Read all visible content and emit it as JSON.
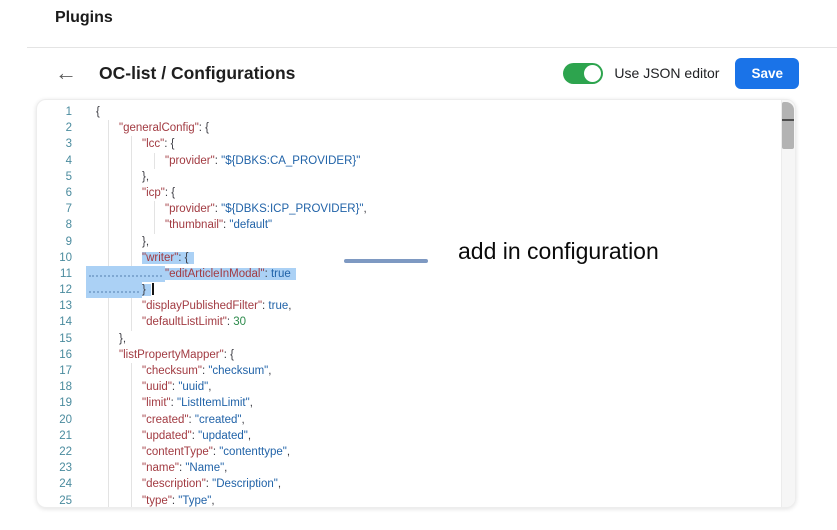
{
  "page": {
    "title": "Plugins"
  },
  "toolbar": {
    "back_icon": "←",
    "title": "OC-list / Configurations",
    "toggle_label": "Use JSON editor",
    "toggle_on": true,
    "save_label": "Save"
  },
  "annotation": {
    "text": "add in configuration"
  },
  "colors": {
    "accent_blue": "#1a73e8",
    "toggle_green": "#2da44e",
    "selection_blue": "#abd1f5",
    "key_red": "#a23b42",
    "string_blue": "#2163a8",
    "bool_blue": "#2163a8",
    "number_green": "#2c8a4b",
    "punct_gray": "#3c3c43",
    "line_number_teal": "#4a8b9e",
    "annotation_line_blue": "#7e99c2"
  },
  "editor": {
    "lines": [
      {
        "n": 1,
        "indent": 0,
        "sel": "none",
        "tokens": [
          {
            "c": "p",
            "t": "{"
          }
        ]
      },
      {
        "n": 2,
        "indent": 1,
        "sel": "none",
        "tokens": [
          {
            "c": "key",
            "t": "\"generalConfig\""
          },
          {
            "c": "p",
            "t": ": "
          },
          {
            "c": "p",
            "t": "{"
          }
        ]
      },
      {
        "n": 3,
        "indent": 2,
        "sel": "none",
        "tokens": [
          {
            "c": "key",
            "t": "\"lcc\""
          },
          {
            "c": "p",
            "t": ": "
          },
          {
            "c": "p",
            "t": "{"
          }
        ]
      },
      {
        "n": 4,
        "indent": 3,
        "sel": "none",
        "tokens": [
          {
            "c": "key",
            "t": "\"provider\""
          },
          {
            "c": "p",
            "t": ": "
          },
          {
            "c": "str",
            "t": "\"${DBKS:CA_PROVIDER}\""
          }
        ]
      },
      {
        "n": 5,
        "indent": 2,
        "sel": "none",
        "tokens": [
          {
            "c": "p",
            "t": "},"
          }
        ]
      },
      {
        "n": 6,
        "indent": 2,
        "sel": "none",
        "tokens": [
          {
            "c": "key",
            "t": "\"icp\""
          },
          {
            "c": "p",
            "t": ": "
          },
          {
            "c": "p",
            "t": "{"
          }
        ]
      },
      {
        "n": 7,
        "indent": 3,
        "sel": "none",
        "tokens": [
          {
            "c": "key",
            "t": "\"provider\""
          },
          {
            "c": "p",
            "t": ": "
          },
          {
            "c": "str",
            "t": "\"${DBKS:ICP_PROVIDER}\""
          },
          {
            "c": "p",
            "t": ","
          }
        ]
      },
      {
        "n": 8,
        "indent": 3,
        "sel": "none",
        "tokens": [
          {
            "c": "key",
            "t": "\"thumbnail\""
          },
          {
            "c": "p",
            "t": ": "
          },
          {
            "c": "str",
            "t": "\"default\""
          }
        ]
      },
      {
        "n": 9,
        "indent": 2,
        "sel": "none",
        "tokens": [
          {
            "c": "p",
            "t": "},"
          }
        ]
      },
      {
        "n": 10,
        "indent": 2,
        "sel": "token",
        "tokens": [
          {
            "c": "key",
            "t": "\"writer\""
          },
          {
            "c": "p",
            "t": ": "
          },
          {
            "c": "p",
            "t": "{"
          }
        ]
      },
      {
        "n": 11,
        "indent": 3,
        "sel": "full",
        "tokens": [
          {
            "c": "key",
            "t": "\"editArticleInModal\""
          },
          {
            "c": "p",
            "t": ": "
          },
          {
            "c": "bool",
            "t": "true"
          }
        ]
      },
      {
        "n": 12,
        "indent": 2,
        "sel": "full",
        "caret": true,
        "tokens": [
          {
            "c": "p",
            "t": "}"
          }
        ]
      },
      {
        "n": 13,
        "indent": 2,
        "sel": "none",
        "tokens": [
          {
            "c": "key",
            "t": "\"displayPublishedFilter\""
          },
          {
            "c": "p",
            "t": ": "
          },
          {
            "c": "bool",
            "t": "true"
          },
          {
            "c": "p",
            "t": ","
          }
        ]
      },
      {
        "n": 14,
        "indent": 2,
        "sel": "none",
        "tokens": [
          {
            "c": "key",
            "t": "\"defaultListLimit\""
          },
          {
            "c": "p",
            "t": ": "
          },
          {
            "c": "num",
            "t": "30"
          }
        ]
      },
      {
        "n": 15,
        "indent": 1,
        "sel": "none",
        "tokens": [
          {
            "c": "p",
            "t": "},"
          }
        ]
      },
      {
        "n": 16,
        "indent": 1,
        "sel": "none",
        "tokens": [
          {
            "c": "key",
            "t": "\"listPropertyMapper\""
          },
          {
            "c": "p",
            "t": ": "
          },
          {
            "c": "p",
            "t": "{"
          }
        ]
      },
      {
        "n": 17,
        "indent": 2,
        "sel": "none",
        "tokens": [
          {
            "c": "key",
            "t": "\"checksum\""
          },
          {
            "c": "p",
            "t": ": "
          },
          {
            "c": "str",
            "t": "\"checksum\""
          },
          {
            "c": "p",
            "t": ","
          }
        ]
      },
      {
        "n": 18,
        "indent": 2,
        "sel": "none",
        "tokens": [
          {
            "c": "key",
            "t": "\"uuid\""
          },
          {
            "c": "p",
            "t": ": "
          },
          {
            "c": "str",
            "t": "\"uuid\""
          },
          {
            "c": "p",
            "t": ","
          }
        ]
      },
      {
        "n": 19,
        "indent": 2,
        "sel": "none",
        "tokens": [
          {
            "c": "key",
            "t": "\"limit\""
          },
          {
            "c": "p",
            "t": ": "
          },
          {
            "c": "str",
            "t": "\"ListItemLimit\""
          },
          {
            "c": "p",
            "t": ","
          }
        ]
      },
      {
        "n": 20,
        "indent": 2,
        "sel": "none",
        "tokens": [
          {
            "c": "key",
            "t": "\"created\""
          },
          {
            "c": "p",
            "t": ": "
          },
          {
            "c": "str",
            "t": "\"created\""
          },
          {
            "c": "p",
            "t": ","
          }
        ]
      },
      {
        "n": 21,
        "indent": 2,
        "sel": "none",
        "tokens": [
          {
            "c": "key",
            "t": "\"updated\""
          },
          {
            "c": "p",
            "t": ": "
          },
          {
            "c": "str",
            "t": "\"updated\""
          },
          {
            "c": "p",
            "t": ","
          }
        ]
      },
      {
        "n": 22,
        "indent": 2,
        "sel": "none",
        "tokens": [
          {
            "c": "key",
            "t": "\"contentType\""
          },
          {
            "c": "p",
            "t": ": "
          },
          {
            "c": "str",
            "t": "\"contenttype\""
          },
          {
            "c": "p",
            "t": ","
          }
        ]
      },
      {
        "n": 23,
        "indent": 2,
        "sel": "none",
        "tokens": [
          {
            "c": "key",
            "t": "\"name\""
          },
          {
            "c": "p",
            "t": ": "
          },
          {
            "c": "str",
            "t": "\"Name\""
          },
          {
            "c": "p",
            "t": ","
          }
        ]
      },
      {
        "n": 24,
        "indent": 2,
        "sel": "none",
        "tokens": [
          {
            "c": "key",
            "t": "\"description\""
          },
          {
            "c": "p",
            "t": ": "
          },
          {
            "c": "str",
            "t": "\"Description\""
          },
          {
            "c": "p",
            "t": ","
          }
        ]
      },
      {
        "n": 25,
        "indent": 2,
        "sel": "none",
        "tokens": [
          {
            "c": "key",
            "t": "\"type\""
          },
          {
            "c": "p",
            "t": ": "
          },
          {
            "c": "str",
            "t": "\"Type\""
          },
          {
            "c": "p",
            "t": ","
          }
        ]
      }
    ]
  }
}
